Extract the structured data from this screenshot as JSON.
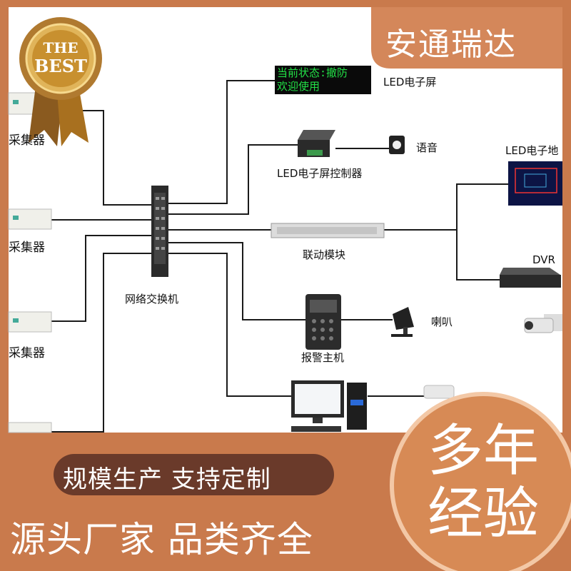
{
  "brand": {
    "title": "安通瑞达"
  },
  "badge": {
    "line1": "THE",
    "line2": "BEST"
  },
  "led_screen": {
    "line1": "当前状态:撤防",
    "line2": "欢迎使用",
    "label": "LED电子屏"
  },
  "controller": {
    "label": "LED电子屏控制器"
  },
  "voice": {
    "label": "语音"
  },
  "map": {
    "label": "LED电子地"
  },
  "linkage": {
    "label": "联动模块"
  },
  "dvr": {
    "label": "DVR"
  },
  "switch": {
    "label": "网络交换机"
  },
  "alarm_host": {
    "label": "报警主机"
  },
  "horn": {
    "label": "喇叭"
  },
  "collectors": [
    {
      "label": "采集器"
    },
    {
      "label": "采集器"
    },
    {
      "label": "采集器"
    }
  ],
  "banners": {
    "tag1": "规模生产 支持定制",
    "tag2": "源头厂家 品类齐全",
    "circle_line1": "多年",
    "circle_line2": "经验"
  },
  "colors": {
    "accent": "#d4875a",
    "led_text": "#22e046",
    "line": "#1a1a1a"
  }
}
